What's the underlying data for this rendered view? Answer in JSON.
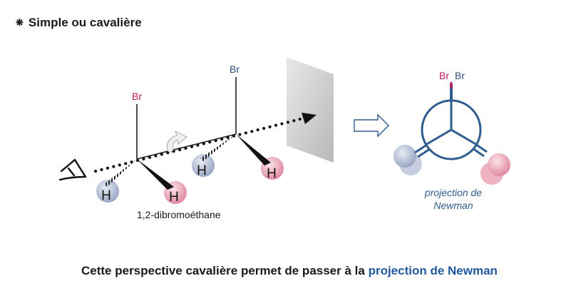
{
  "section": {
    "bullet_icon": "gear-bullet-icon",
    "title": "Simple ou cavalière"
  },
  "perspective": {
    "br_front": "Br",
    "br_back": "Br",
    "h_front_left": "H",
    "h_front_right": "H",
    "h_back_left": "H",
    "h_back_right": "H",
    "molecule_name": "1,2-dibromoéthane",
    "eye_icon": "eye-icon",
    "rotation_icon": "rotation-arrow-icon"
  },
  "transition": {
    "arrow_icon": "hollow-right-arrow-icon"
  },
  "newman": {
    "br_front": "Br",
    "br_back": "Br",
    "label_line1": "projection de",
    "label_line2": "Newman"
  },
  "caption": {
    "text": "Cette perspective cavalière permet de passer à la ",
    "highlight": "projection de Newman"
  },
  "colors": {
    "br_magenta": "#c2185b",
    "br_blue": "#2c4f7c",
    "newman_blue": "#2f5d8f",
    "highlight_blue": "#1f5a9e"
  }
}
